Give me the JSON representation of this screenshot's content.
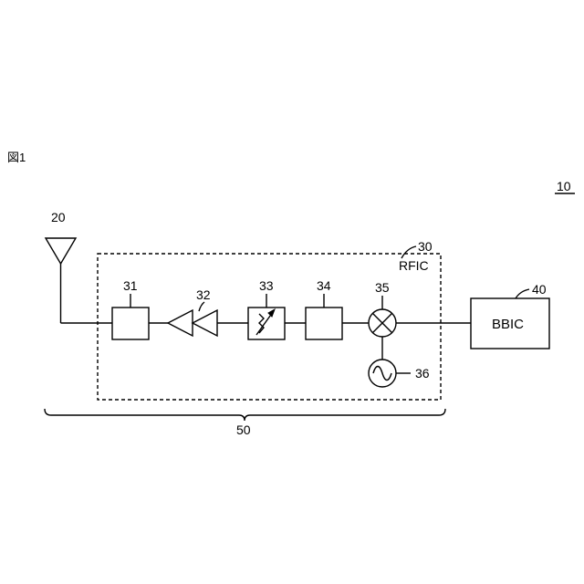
{
  "figure_label": "図1",
  "system_ref": "10",
  "antenna": {
    "ref": "20"
  },
  "rfic": {
    "ref": "30",
    "name": "RFIC"
  },
  "blocks": {
    "b31": {
      "ref": "31"
    },
    "b32": {
      "ref": "32"
    },
    "b33": {
      "ref": "33"
    },
    "b34": {
      "ref": "34"
    },
    "b35": {
      "ref": "35"
    },
    "b36": {
      "ref": "36"
    }
  },
  "bbic": {
    "ref": "40",
    "name": "BBIC"
  },
  "module": {
    "ref": "50"
  }
}
